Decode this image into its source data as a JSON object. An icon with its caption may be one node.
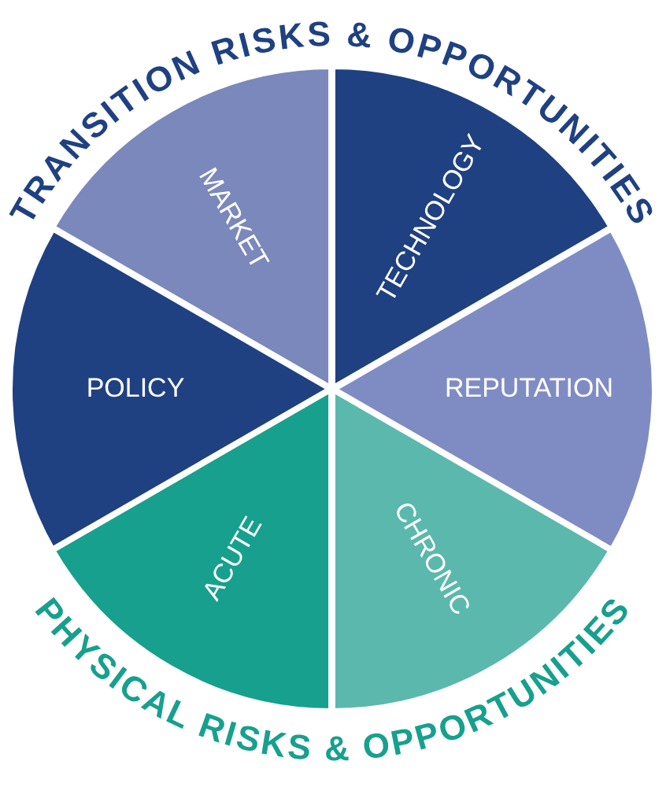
{
  "diagram": {
    "nodes": [
      {
        "text": [
          "MARKET"
        ]
      },
      {
        "text": [
          "TECHNOLOGY"
        ]
      },
      {
        "text": [
          "POLICY"
        ]
      },
      {
        "text": [
          "REPUTATION"
        ]
      },
      {
        "text": [
          "ACUTE"
        ]
      },
      {
        "text": [
          "CHRONIC"
        ]
      }
    ],
    "labels": [
      "TRANSITION RISKS & OPPORTUNITIES",
      "PHYSICAL RISKS & OPPORTUNITIES"
    ]
  }
}
